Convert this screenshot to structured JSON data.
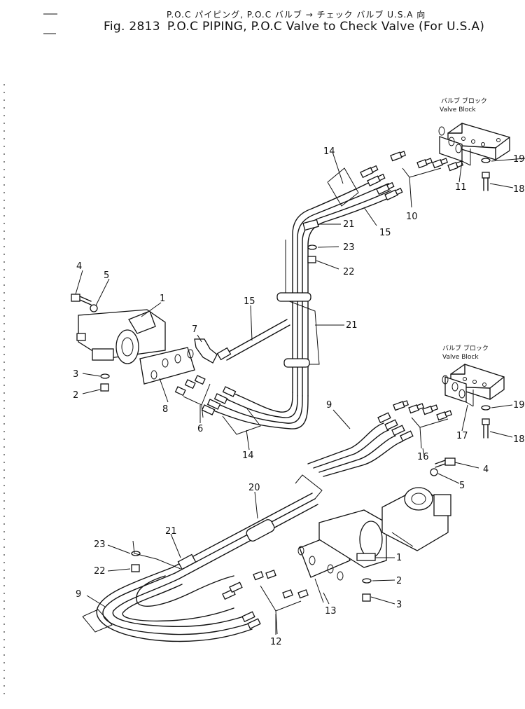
{
  "title": {
    "jp": "P.O.C パイピング, P.O.C バルブ → チェック バルブ U.S.A 向",
    "fig": "Fig. 2813",
    "en": "P.O.C PIPING, P.O.C Valve to Check Valve (For U.S.A)"
  },
  "blocks": {
    "upper": {
      "jp": "バルブ ブロック",
      "en": "Valve Block"
    },
    "lower": {
      "jp": "バルブ ブロック",
      "en": "Valve Block"
    }
  },
  "callouts": {
    "u14": "14",
    "u19": "19",
    "u11": "11",
    "u18": "18",
    "u10": "10",
    "u21a": "21",
    "u15a": "15",
    "u23": "23",
    "u22": "22",
    "u4": "4",
    "u5": "5",
    "u1": "1",
    "u15b": "15",
    "u7": "7",
    "u21b": "21",
    "u3": "3",
    "u2": "2",
    "u8": "8",
    "u6": "6",
    "u14b": "14",
    "l9a": "9",
    "l19": "19",
    "l17": "17",
    "l18": "18",
    "l16": "16",
    "l4": "4",
    "l5": "5",
    "l20": "20",
    "l21": "21",
    "l23": "23",
    "l22": "22",
    "l1": "1",
    "l9b": "9",
    "l2": "2",
    "l3": "3",
    "l13": "13",
    "l12": "12"
  }
}
